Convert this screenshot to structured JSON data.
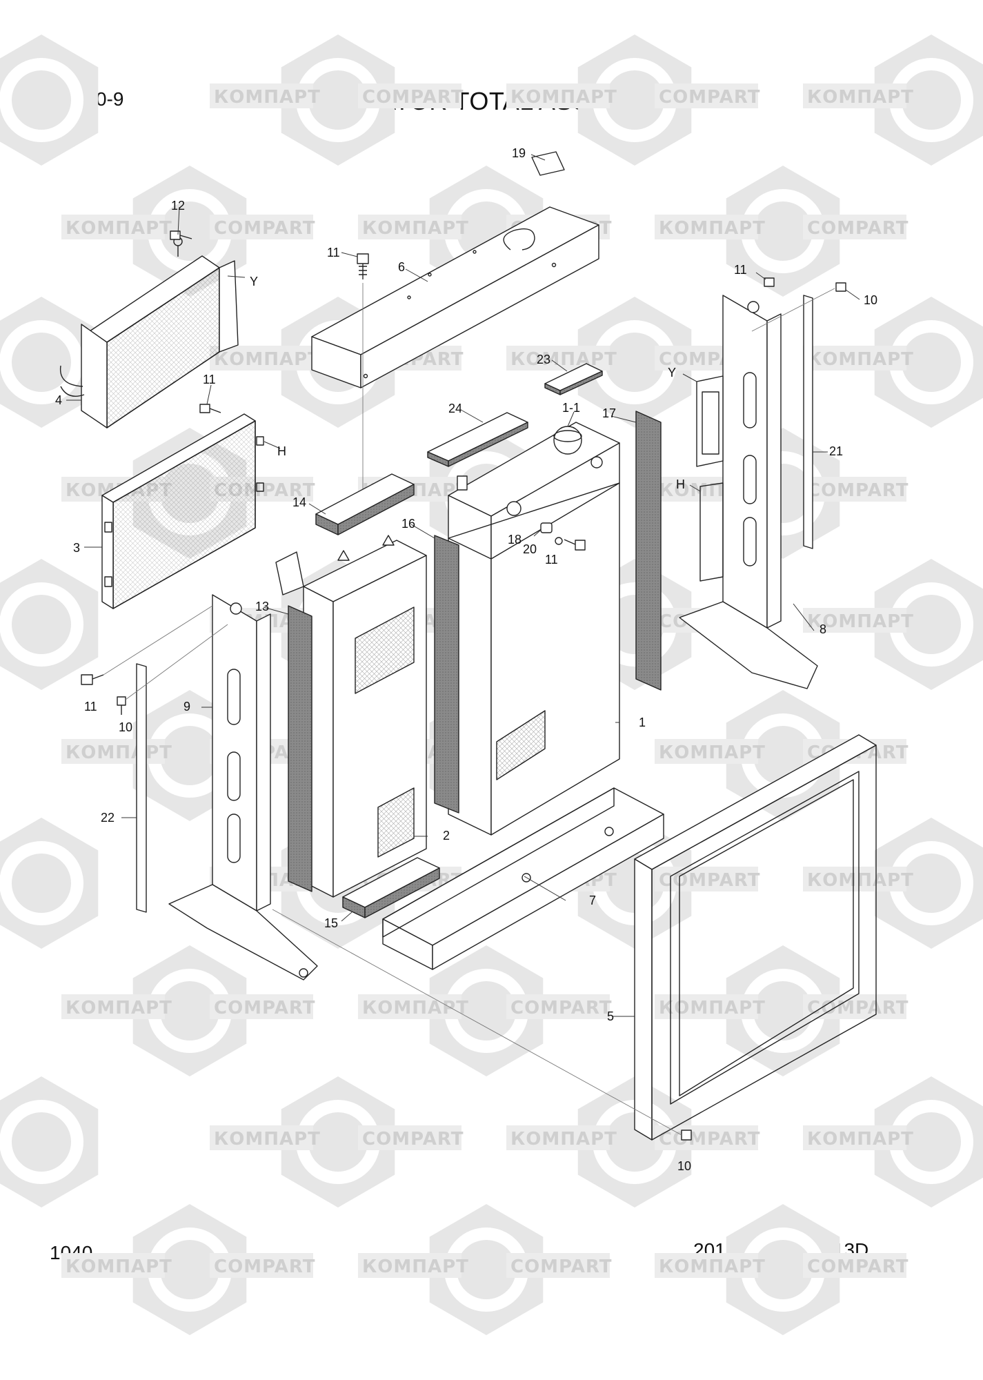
{
  "header": {
    "model": "HL770-9",
    "title": "RADIATOR TOTAL ASSY"
  },
  "footer": {
    "page_number": "1040",
    "date_revision": "2013. 4.30  REV.13D"
  },
  "watermark": {
    "text_ru": "КОМПАРТ",
    "text_en": "COMPART",
    "color": "#cfcfcf",
    "logo_color": "#e6e6e6"
  },
  "callouts": {
    "c1": "1",
    "c1_1": "1-1",
    "c2": "2",
    "c3": "3",
    "c4": "4",
    "c5": "5",
    "c6": "6",
    "c7": "7",
    "c8": "8",
    "c9": "9",
    "c10a": "10",
    "c10b": "10",
    "c10c": "10",
    "c11a": "11",
    "c11b": "11",
    "c11c": "11",
    "c11d": "11",
    "c11e": "11",
    "c12": "12",
    "c13": "13",
    "c14": "14",
    "c15": "15",
    "c16": "16",
    "c17": "17",
    "c18": "18",
    "c19": "19",
    "c20": "20",
    "c21": "21",
    "c22": "22",
    "c23": "23",
    "c24": "24",
    "ref_y1": "Y",
    "ref_y2": "Y",
    "ref_h1": "H",
    "ref_h2": "H"
  }
}
